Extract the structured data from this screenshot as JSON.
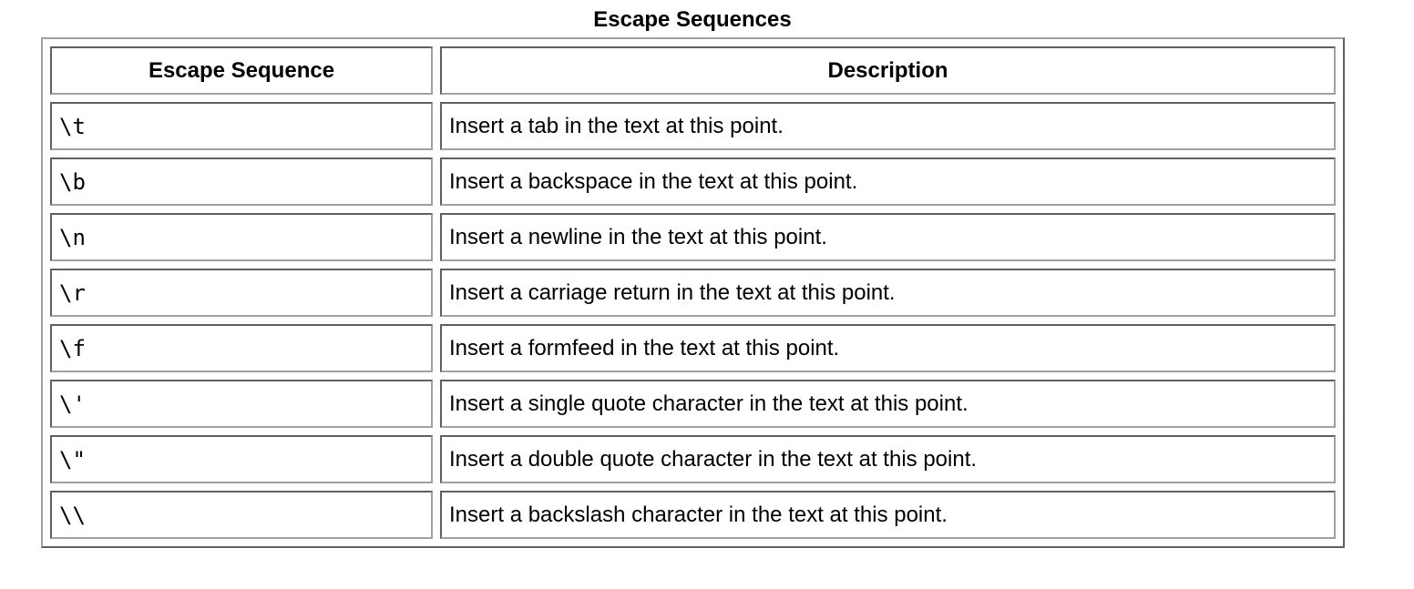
{
  "table": {
    "caption": "Escape Sequences",
    "headers": [
      "Escape Sequence",
      "Description"
    ],
    "rows": [
      {
        "sequence": "\\t",
        "description": "Insert a tab in the text at this point."
      },
      {
        "sequence": "\\b",
        "description": "Insert a backspace in the text at this point."
      },
      {
        "sequence": "\\n",
        "description": "Insert a newline in the text at this point."
      },
      {
        "sequence": "\\r",
        "description": "Insert a carriage return in the text at this point."
      },
      {
        "sequence": "\\f",
        "description": "Insert a formfeed in the text at this point."
      },
      {
        "sequence": "\\'",
        "description": "Insert a single quote character in the text at this point."
      },
      {
        "sequence": "\\\"",
        "description": "Insert a double quote character in the text at this point."
      },
      {
        "sequence": "\\\\",
        "description": "Insert a backslash character in the text at this point."
      }
    ]
  }
}
